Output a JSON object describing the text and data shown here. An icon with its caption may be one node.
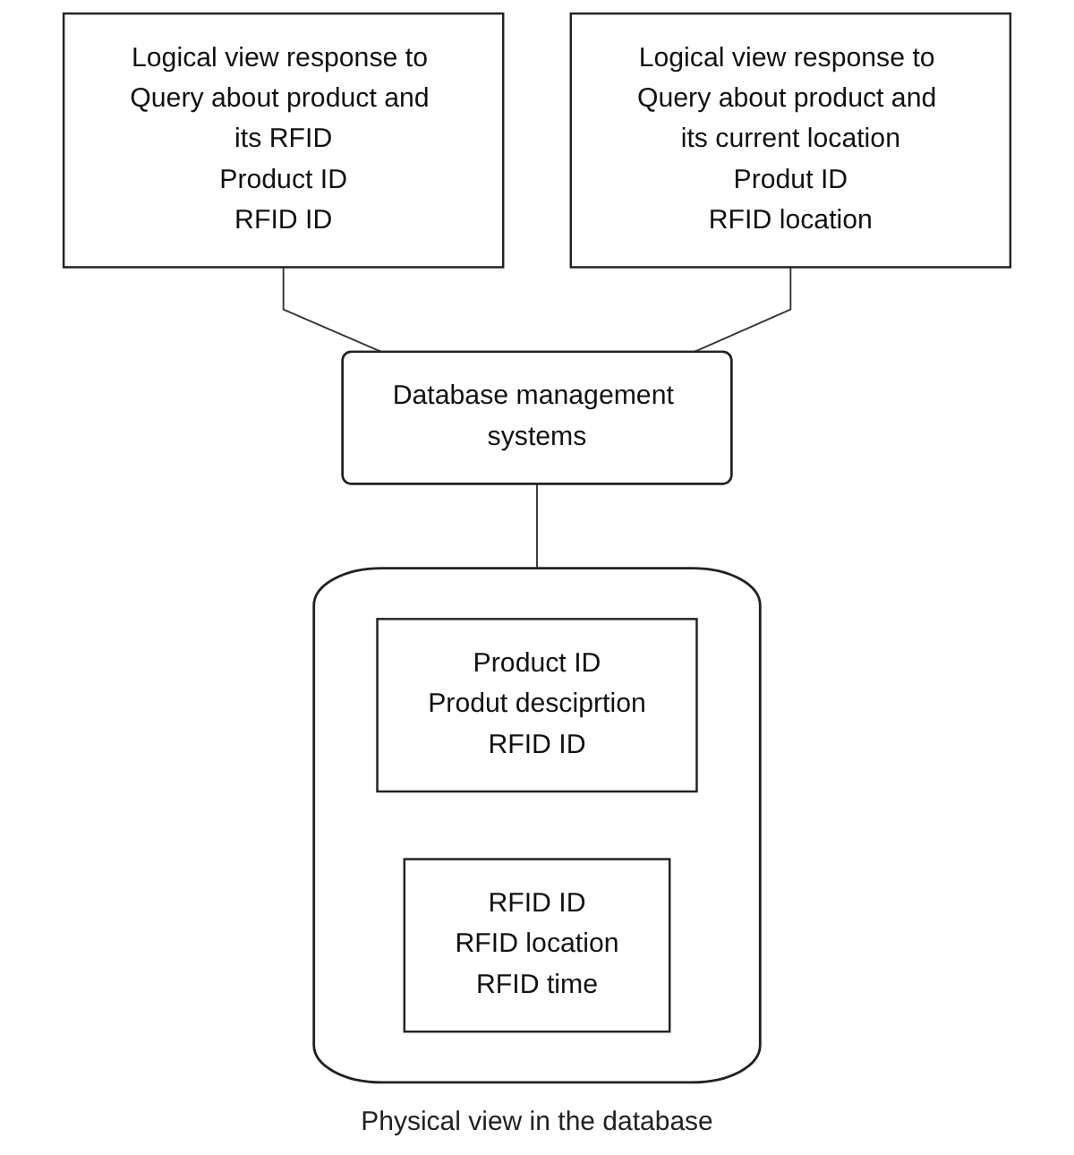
{
  "diagram": {
    "caption": "Physical view in the database",
    "nodes": [
      {
        "text": [
          "Logical view response to Query about product and its RFID",
          "Product ID",
          "RFID ID"
        ]
      },
      {
        "text": [
          "Logical view response to Query about product and its current location",
          "Produt ID",
          "RFID location"
        ]
      },
      {
        "text": [
          "Database management systems"
        ]
      },
      {
        "text": [],
        "shape": "cylinder"
      },
      {
        "text": [
          "Product ID",
          "Produt desciprtion",
          "RFID ID"
        ],
        "in": 3
      },
      {
        "text": [
          "RFID ID",
          "RFID location",
          "RFID time"
        ],
        "in": 3
      }
    ],
    "edges": [
      {
        "from": 0,
        "to": 2,
        "arrow": "none"
      },
      {
        "from": 1,
        "to": 2,
        "arrow": "none"
      },
      {
        "from": 2,
        "to": 3,
        "arrow": "none"
      }
    ]
  }
}
